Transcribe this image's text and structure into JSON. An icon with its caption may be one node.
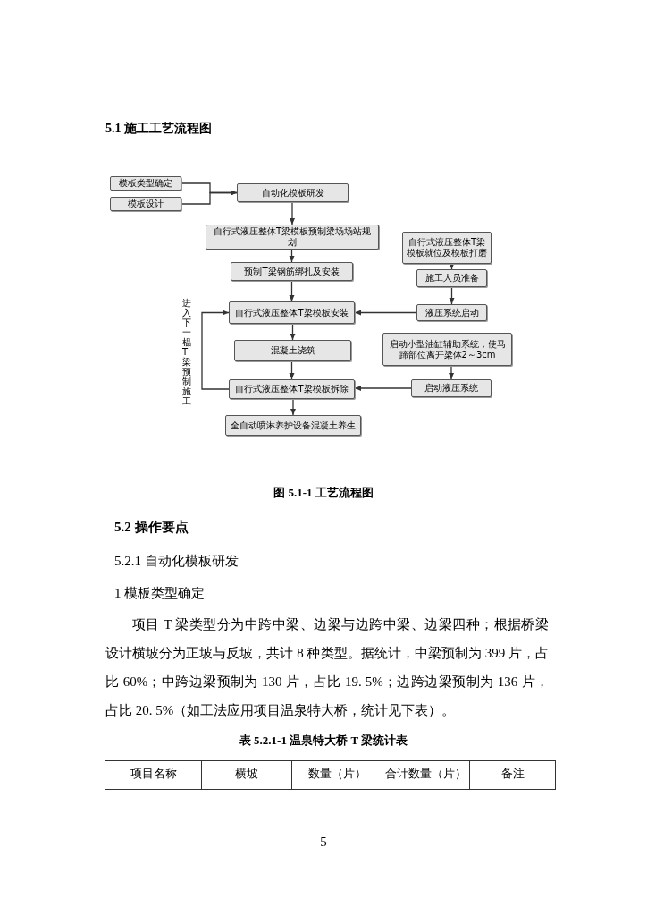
{
  "diagram": {
    "title": "5.1 施工工艺流程图",
    "caption": "图 5.1-1 工艺流程图",
    "nodes": [
      {
        "text": [
          "模板类型确定"
        ]
      },
      {
        "text": [
          "模板设计"
        ]
      },
      {
        "text": [
          "自动化模板研发"
        ]
      },
      {
        "text": [
          "自行式液压整体T梁模板预制梁场场站规划"
        ]
      },
      {
        "text": [
          "预制T梁钢筋绑扎及安装"
        ]
      },
      {
        "text": [
          "自行式液压整体T梁模板安装"
        ]
      },
      {
        "text": [
          "混凝土浇筑"
        ]
      },
      {
        "text": [
          "自行式液压整体T梁模板拆除"
        ]
      },
      {
        "text": [
          "全自动喷淋养护设备混凝土养生"
        ]
      },
      {
        "text": [
          "自行式液压整体T梁模板就位及模板打磨"
        ]
      },
      {
        "text": [
          "施工人员准备"
        ]
      },
      {
        "text": [
          "液压系统启动"
        ]
      },
      {
        "text": [
          "启动小型油缸辅助系统，使马蹄部位离开梁体2～3cm"
        ]
      },
      {
        "text": [
          "启动液压系统"
        ]
      }
    ],
    "edges": [
      {
        "from": 0,
        "to": 2,
        "arrow": "to"
      },
      {
        "from": 1,
        "to": 2,
        "arrow": "to"
      },
      {
        "from": 2,
        "to": 3,
        "arrow": "to"
      },
      {
        "from": 3,
        "to": 4,
        "arrow": "to"
      },
      {
        "from": 4,
        "to": 5,
        "arrow": "to"
      },
      {
        "from": 5,
        "to": 6,
        "arrow": "to"
      },
      {
        "from": 6,
        "to": 7,
        "arrow": "to"
      },
      {
        "from": 7,
        "to": 8,
        "arrow": "to"
      },
      {
        "from": 9,
        "to": 10,
        "arrow": "to"
      },
      {
        "from": 10,
        "to": 11,
        "arrow": "to"
      },
      {
        "from": 11,
        "to": 5,
        "arrow": "to"
      },
      {
        "from": 12,
        "to": 13,
        "arrow": "to"
      },
      {
        "from": 13,
        "to": 7,
        "arrow": "to"
      },
      {
        "from": 7,
        "to": 5,
        "arrow": "to"
      }
    ],
    "labels": [
      "进入下一榀T梁预制施工",
      "5.2 操作要点",
      "5.2.1 自动化模板研发",
      "1 模板类型确定",
      "项目 T 梁类型分为中跨中梁、边梁与边跨中梁、边梁四种；根据桥梁设计横坡分为正坡与反坡，共计 8 种类型。据统计，中梁预制为 399 片，占比 60%；中跨边梁预制为 130 片，占比 19. 5%；边跨边梁预制为 136 片，占比 20. 5%（如工法应用项目温泉特大桥，统计见下表）。",
      "表 5.2.1-1 温泉特大桥 T 梁统计表",
      "项目名称",
      "横坡",
      "数量（片）",
      "合计数量（片）",
      "备注",
      "5"
    ]
  }
}
